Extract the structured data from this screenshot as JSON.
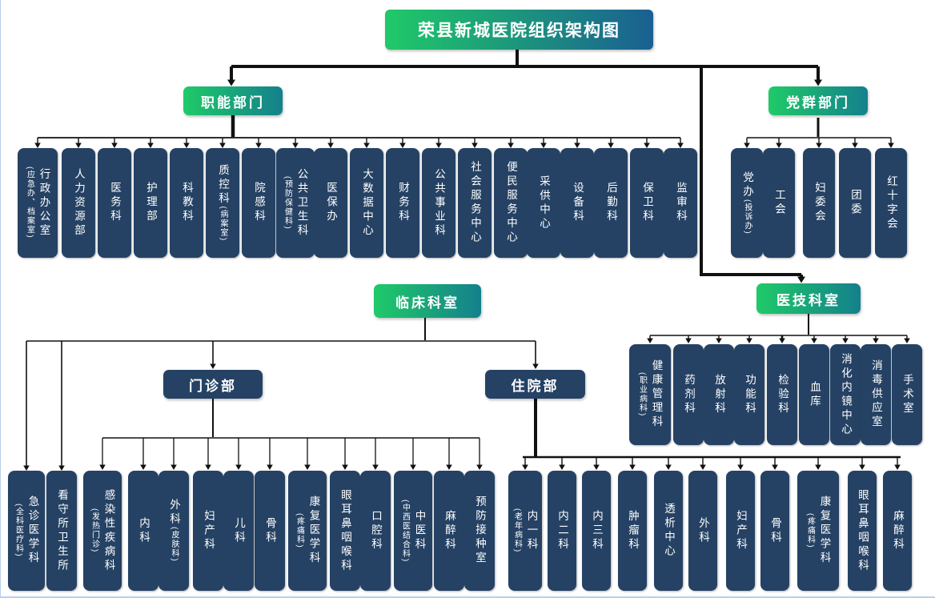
{
  "colors": {
    "accent_green": "#1fca68",
    "accent_teal": "#14808c",
    "accent_blue": "#1a5f92",
    "node_navy": "#254264",
    "line_black": "#111111"
  },
  "org": {
    "root": {
      "label": "荣县新城医院组织架构图"
    },
    "branches": [
      {
        "id": "zhineng",
        "label": "职能部门",
        "children": [
          {
            "main": "行政办公室",
            "sub": "(应急办、档案室)"
          },
          {
            "main": "人力资源部"
          },
          {
            "main": "医务科"
          },
          {
            "main": "护理部"
          },
          {
            "main": "科教科"
          },
          {
            "main": "质控科",
            "sub": "(病案室)"
          },
          {
            "main": "院感科"
          },
          {
            "main": "公共卫生科",
            "sub": "(预防保健科)"
          },
          {
            "main": "医保办"
          },
          {
            "main": "大数据中心"
          },
          {
            "main": "财务科"
          },
          {
            "main": "公共事业科"
          },
          {
            "main": "社会服务中心"
          },
          {
            "main": "便民服务中心"
          },
          {
            "main": "采供中心"
          },
          {
            "main": "设备科"
          },
          {
            "main": "后勤科"
          },
          {
            "main": "保卫科"
          },
          {
            "main": "监审科"
          }
        ]
      },
      {
        "id": "dangqun",
        "label": "党群部门",
        "children": [
          {
            "main": "党办",
            "sub": "(投诉办)"
          },
          {
            "main": "工会"
          },
          {
            "main": "妇委会"
          },
          {
            "main": "团委"
          },
          {
            "main": "红十字会"
          }
        ]
      },
      {
        "id": "linchuang",
        "label": "临床科室",
        "children": [
          {
            "main": "急诊医学科",
            "sub": "(全科医疗科)"
          },
          {
            "main": "看守所卫生所"
          }
        ]
      },
      {
        "id": "yiji",
        "label": "医技科室",
        "children": [
          {
            "main": "健康管理科",
            "sub": "(职业病科)"
          },
          {
            "main": "药剂科"
          },
          {
            "main": "放射科"
          },
          {
            "main": "功能科"
          },
          {
            "main": "检验科"
          },
          {
            "main": "血库"
          },
          {
            "main": "消化内镜中心"
          },
          {
            "main": "消毒供应室"
          },
          {
            "main": "手术室"
          }
        ]
      },
      {
        "id": "menzhen",
        "label": "门诊部",
        "children": [
          {
            "main": "感染性疾病科",
            "sub": "(发热门诊)"
          },
          {
            "main": "内科"
          },
          {
            "main": "外科",
            "sub": "(皮肤科)"
          },
          {
            "main": "妇产科"
          },
          {
            "main": "儿科"
          },
          {
            "main": "骨科"
          },
          {
            "main": "康复医学科",
            "sub": "(疼痛科)"
          },
          {
            "main": "眼耳鼻咽喉科"
          },
          {
            "main": "口腔科"
          },
          {
            "main": "中医科",
            "sub": "(中西医结合科)"
          },
          {
            "main": "麻醉科"
          },
          {
            "main": "预防接种室"
          }
        ]
      },
      {
        "id": "zhuyuan",
        "label": "住院部",
        "children": [
          {
            "main": "内一科",
            "sub": "(老年病科)"
          },
          {
            "main": "内二科"
          },
          {
            "main": "内三科"
          },
          {
            "main": "肿瘤科"
          },
          {
            "main": "透析中心"
          },
          {
            "main": "外科"
          },
          {
            "main": "妇产科"
          },
          {
            "main": "骨科"
          },
          {
            "main": "康复医学科",
            "sub": "(疼痛科)"
          },
          {
            "main": "眼耳鼻咽喉科"
          },
          {
            "main": "麻醉科"
          }
        ]
      }
    ]
  }
}
